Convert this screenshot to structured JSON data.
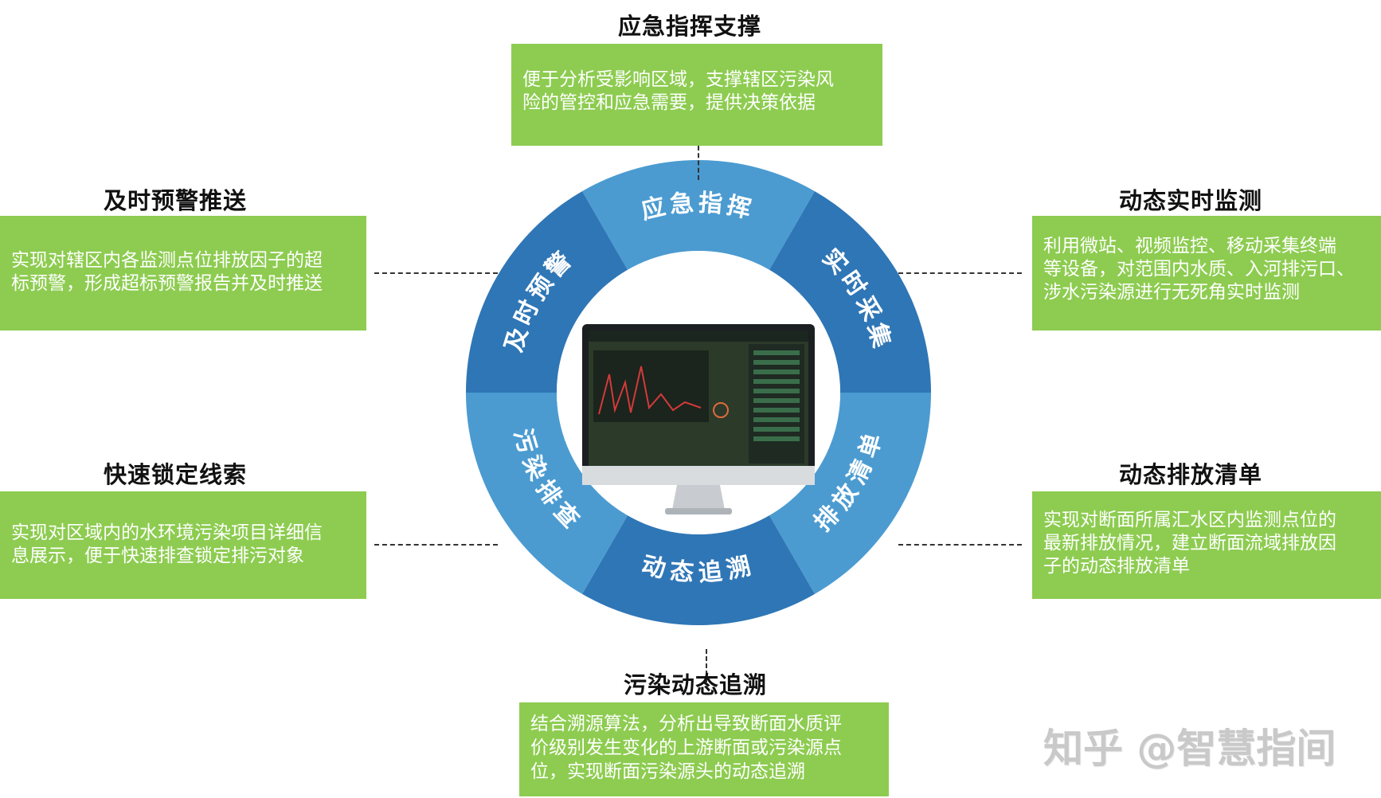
{
  "colors": {
    "green": "#8dcc50",
    "ring_dark": "#2f76b6",
    "ring_light": "#4b9bd1",
    "ring_inner": "#dff0f8"
  },
  "top": {
    "title": "应急指挥支撑",
    "lines": [
      "便于分析受影响区域，支撑辖区污染风",
      "险的管控和应急需要，提供决策依据"
    ]
  },
  "left_upper": {
    "title": "及时预警推送",
    "lines": [
      "实现对辖区内各监测点位排放因子的超",
      "标预警，形成超标预警报告并及时推送"
    ]
  },
  "left_lower": {
    "title": "快速锁定线索",
    "lines": [
      "实现对区域内的水环境污染项目详细信",
      "息展示，便于快速排查锁定排污对象"
    ]
  },
  "right_upper": {
    "title": "动态实时监测",
    "lines": [
      "利用微站、视频监控、移动采集终端",
      "等设备，对范围内水质、入河排污口、",
      "涉水污染源进行无死角实时监测"
    ]
  },
  "right_lower": {
    "title": "动态排放清单",
    "lines": [
      "实现对断面所属汇水区内监测点位的",
      "最新排放情况，建立断面流域排放因",
      "子的动态排放清单"
    ]
  },
  "bottom": {
    "title": "污染动态追溯",
    "lines": [
      "结合溯源算法，分析出导致断面水质评",
      "价级别发生变化的上游断面或污染源点",
      "位，实现断面污染源头的动态追溯"
    ]
  },
  "ring": {
    "segments": [
      {
        "label": "应急指挥"
      },
      {
        "label": "实时采集"
      },
      {
        "label": "排放清单"
      },
      {
        "label": "动态追溯"
      },
      {
        "label": "污染排查"
      },
      {
        "label": "及时预警"
      }
    ]
  },
  "watermark": "知乎 @智慧指间"
}
